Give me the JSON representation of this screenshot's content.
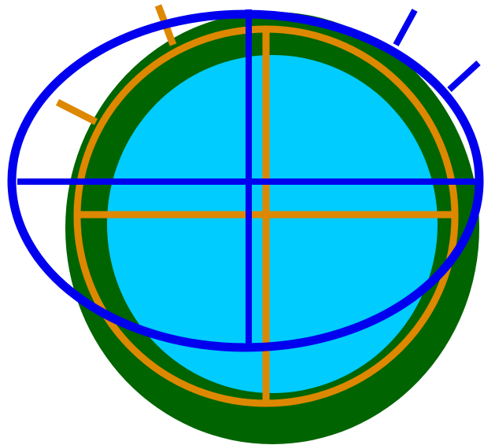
{
  "colors": {
    "background": "#ffffff",
    "outer_ring": "#006400",
    "inner_disc": "#00ccff",
    "orange_shape": "#dd8800",
    "blue_shape": "#0000ee"
  },
  "shapes": [
    {
      "name": "green-ring",
      "kind": "filled-ellipse",
      "color": "outer_ring"
    },
    {
      "name": "cyan-disc",
      "kind": "filled-ellipse",
      "color": "inner_disc"
    },
    {
      "name": "orange-ellipse-with-cross",
      "kind": "outline-ellipse",
      "color": "orange_shape",
      "tick_count": 2
    },
    {
      "name": "blue-ellipse-with-cross",
      "kind": "outline-ellipse",
      "color": "blue_shape",
      "tick_count": 2
    }
  ]
}
